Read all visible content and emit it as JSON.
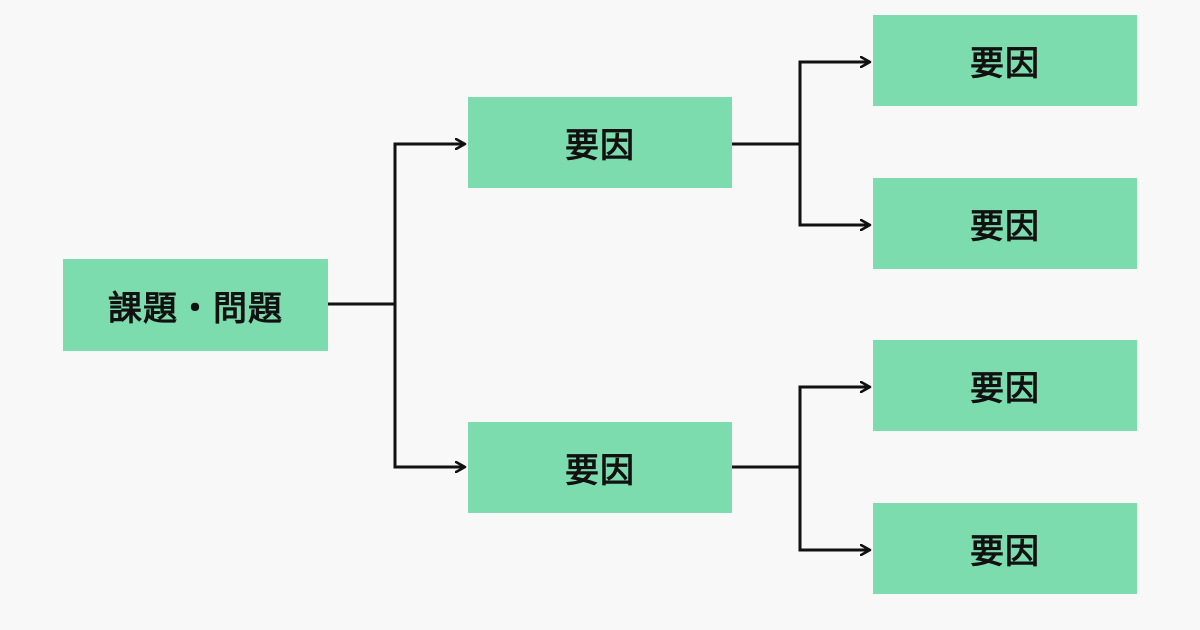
{
  "diagram": {
    "root": {
      "label": "課題・問題"
    },
    "branches": [
      {
        "label": "要因",
        "children": [
          {
            "label": "要因"
          },
          {
            "label": "要因"
          }
        ]
      },
      {
        "label": "要因",
        "children": [
          {
            "label": "要因"
          },
          {
            "label": "要因"
          }
        ]
      }
    ]
  },
  "colors": {
    "background": "#f8f8f8",
    "node_fill": "#7ddcae",
    "text": "#111111",
    "connector": "#111111"
  }
}
